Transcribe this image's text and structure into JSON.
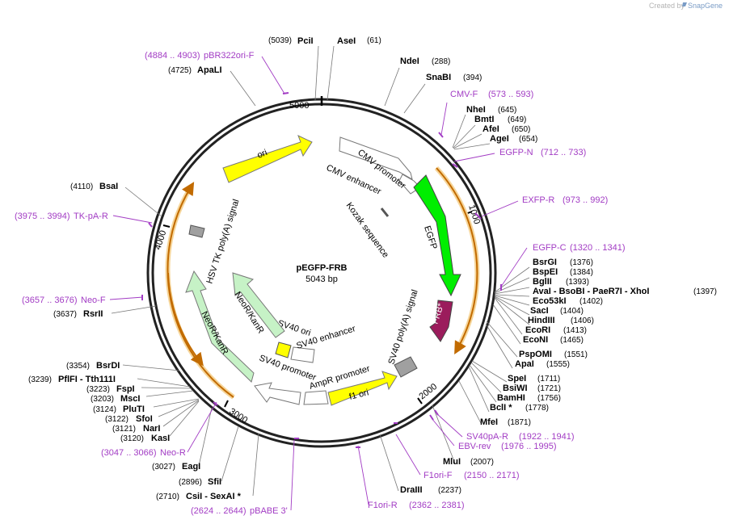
{
  "watermark": {
    "prefix": "Created by",
    "brand": "SnapGene"
  },
  "plasmid": {
    "name": "pEGFP-FRB",
    "size": "5043 bp"
  },
  "ruler": [
    "5000",
    "1000",
    "2000",
    "3000",
    "4000"
  ],
  "enzymes": [
    {
      "name": "PciI",
      "pos": "(5039)"
    },
    {
      "name": "AseI",
      "pos": "(61)"
    },
    {
      "name": "NdeI",
      "pos": "(288)"
    },
    {
      "name": "SnaBI",
      "pos": "(394)"
    },
    {
      "name": "NheI",
      "pos": "(645)"
    },
    {
      "name": "BmtI",
      "pos": "(649)"
    },
    {
      "name": "AfeI",
      "pos": "(650)"
    },
    {
      "name": "AgeI",
      "pos": "(654)"
    },
    {
      "name": "BsrGI",
      "pos": "(1376)"
    },
    {
      "name": "BspEI",
      "pos": "(1384)"
    },
    {
      "name": "BglII",
      "pos": "(1393)"
    },
    {
      "name": "AvaI - BsoBI - PaeR7I - XhoI",
      "pos": "(1397)"
    },
    {
      "name": "Eco53kI",
      "pos": "(1402)"
    },
    {
      "name": "SacI",
      "pos": "(1404)"
    },
    {
      "name": "HindIII",
      "pos": "(1406)"
    },
    {
      "name": "EcoRI",
      "pos": "(1413)"
    },
    {
      "name": "EcoNI",
      "pos": "(1465)"
    },
    {
      "name": "PspOMI",
      "pos": "(1551)"
    },
    {
      "name": "ApaI",
      "pos": "(1555)"
    },
    {
      "name": "SpeI",
      "pos": "(1711)"
    },
    {
      "name": "BsiWI",
      "pos": "(1721)"
    },
    {
      "name": "BamHI",
      "pos": "(1756)"
    },
    {
      "name": "BclI *",
      "pos": "(1778)"
    },
    {
      "name": "MfeI",
      "pos": "(1871)"
    },
    {
      "name": "MluI",
      "pos": "(2007)"
    },
    {
      "name": "DraIII",
      "pos": "(2237)"
    },
    {
      "name": "CsiI - SexAI *",
      "pos": "(2710)"
    },
    {
      "name": "SfiI",
      "pos": "(2896)"
    },
    {
      "name": "EagI",
      "pos": "(3027)"
    },
    {
      "name": "KasI",
      "pos": "(3120)"
    },
    {
      "name": "NarI",
      "pos": "(3121)"
    },
    {
      "name": "SfoI",
      "pos": "(3122)"
    },
    {
      "name": "PluTI",
      "pos": "(3124)"
    },
    {
      "name": "MscI",
      "pos": "(3203)"
    },
    {
      "name": "FspI",
      "pos": "(3223)"
    },
    {
      "name": "PflFI - Tth111I",
      "pos": "(3239)"
    },
    {
      "name": "BsrDI",
      "pos": "(3354)"
    },
    {
      "name": "RsrII",
      "pos": "(3637)"
    },
    {
      "name": "BsaI",
      "pos": "(4110)"
    },
    {
      "name": "ApaLI",
      "pos": "(4725)"
    }
  ],
  "primers": [
    {
      "name": "pBR322ori-F",
      "range": "(4884 .. 4903)"
    },
    {
      "name": "CMV-F",
      "range": "(573 .. 593)"
    },
    {
      "name": "EGFP-N",
      "range": "(712 .. 733)"
    },
    {
      "name": "EXFP-R",
      "range": "(973 .. 992)"
    },
    {
      "name": "EGFP-C",
      "range": "(1320 .. 1341)"
    },
    {
      "name": "SV40pA-R",
      "range": "(1922 .. 1941)"
    },
    {
      "name": "EBV-rev",
      "range": "(1976 .. 1995)"
    },
    {
      "name": "F1ori-F",
      "range": "(2150 .. 2171)"
    },
    {
      "name": "F1ori-R",
      "range": "(2362 .. 2381)"
    },
    {
      "name": "pBABE 3'",
      "range": "(2624 .. 2644)"
    },
    {
      "name": "Neo-R",
      "range": "(3047 .. 3066)"
    },
    {
      "name": "Neo-F",
      "range": "(3657 .. 3676)"
    },
    {
      "name": "TK-pA-R",
      "range": "(3975 .. 3994)"
    }
  ],
  "features": [
    {
      "name": "ori",
      "color": "#ffff00"
    },
    {
      "name": "CMV enhancer",
      "color": "#ffffff"
    },
    {
      "name": "CMV promoter",
      "color": "#ffffff"
    },
    {
      "name": "Kozak sequence",
      "color": "#ffffff"
    },
    {
      "name": "EGFP",
      "color": "#00ee00"
    },
    {
      "name": "FRB*",
      "color": "#9b1c5c"
    },
    {
      "name": "SV40 poly(A) signal",
      "color": "#a0a0a0"
    },
    {
      "name": "f1 ori",
      "color": "#ffff00"
    },
    {
      "name": "AmpR promoter",
      "color": "#ffffff"
    },
    {
      "name": "SV40 promoter",
      "color": "#ffffff"
    },
    {
      "name": "SV40 ori",
      "color": "#ffff00"
    },
    {
      "name": "SV40 enhancer",
      "color": "#ffffff"
    },
    {
      "name": "NeoR/KanR",
      "color": "#c6f2c6"
    },
    {
      "name": "HSV TK poly(A) signal",
      "color": "#a0a0a0"
    }
  ]
}
